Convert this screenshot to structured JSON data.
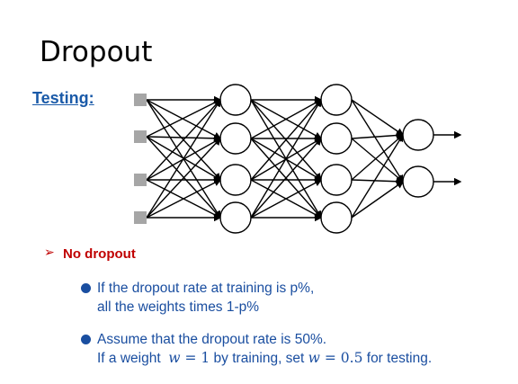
{
  "slide": {
    "title": "Dropout",
    "section_label": "Testing:",
    "subheading": "No dropout",
    "bullet1_line1": "If the dropout rate at training is p%,",
    "bullet1_line2": "all the weights times 1-p%",
    "bullet2_line1": "Assume that the dropout rate is 50%.",
    "bullet2_line2_prefix": "If a weight  ",
    "bullet2_var1": "w",
    "bullet2_eq1": " = 1",
    "bullet2_mid": " by training, set ",
    "bullet2_var2": "w",
    "bullet2_eq2": " = 0.5",
    "bullet2_suffix": " for testing."
  },
  "network": {
    "layers": [
      4,
      4,
      4,
      2
    ],
    "input_count": 4,
    "output_arrows": 2,
    "fully_connected": true,
    "colors": {
      "input_square": "#a6a6a6",
      "neuron_fill": "#ffffff",
      "edge": "#000000",
      "title_blue": "#1a5aa8",
      "accent_red": "#c00000",
      "bullet_blue": "#1a4ea0"
    }
  }
}
